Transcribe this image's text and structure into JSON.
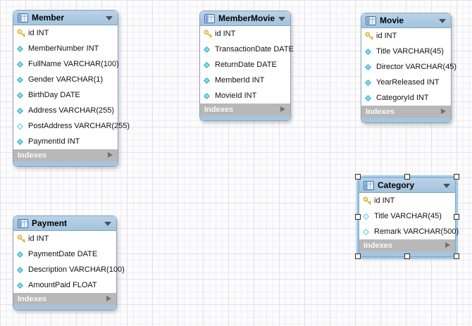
{
  "canvas": {
    "type": "eer-diagram"
  },
  "colors": {
    "table_header_blue": "#a9c7df",
    "indexes_footer_gray": "#b8b8b8",
    "table_bottom_strip_blue": "#a6c4dd",
    "selection_blue": "#9ccbe9",
    "primary_key_yellow": "#f2d35e",
    "column_diamond_cyan": "#7ddff0",
    "grid_line": "#e3e3e7"
  },
  "tables": [
    {
      "title": "Member",
      "footer_label": "Indexes",
      "selected": false,
      "columns": [
        {
          "label": "id INT",
          "icon": "primary-key-icon"
        },
        {
          "label": "MemberNumber INT",
          "icon": "diamond-filled-icon"
        },
        {
          "label": "FullName VARCHAR(100)",
          "icon": "diamond-filled-icon"
        },
        {
          "label": "Gender VARCHAR(1)",
          "icon": "diamond-filled-icon"
        },
        {
          "label": "BirthDay DATE",
          "icon": "diamond-filled-icon"
        },
        {
          "label": "Address VARCHAR(255)",
          "icon": "diamond-filled-icon"
        },
        {
          "label": "PostAddress VARCHAR(255)",
          "icon": "diamond-outline-icon"
        },
        {
          "label": "PaymentId INT",
          "icon": "diamond-filled-icon"
        }
      ]
    },
    {
      "title": "MemberMovie",
      "footer_label": "Indexes",
      "selected": false,
      "columns": [
        {
          "label": "id INT",
          "icon": "primary-key-icon"
        },
        {
          "label": "TransactionDate DATE",
          "icon": "diamond-filled-icon"
        },
        {
          "label": "ReturnDate DATE",
          "icon": "diamond-filled-icon"
        },
        {
          "label": "MemberId INT",
          "icon": "diamond-filled-icon"
        },
        {
          "label": "MovieId INT",
          "icon": "diamond-filled-icon"
        }
      ]
    },
    {
      "title": "Movie",
      "footer_label": "Indexes",
      "selected": false,
      "columns": [
        {
          "label": "id INT",
          "icon": "primary-key-icon"
        },
        {
          "label": "Title VARCHAR(45)",
          "icon": "diamond-filled-icon"
        },
        {
          "label": "Director VARCHAR(45)",
          "icon": "diamond-filled-icon"
        },
        {
          "label": "YearReleased INT",
          "icon": "diamond-filled-icon"
        },
        {
          "label": "CategoryId INT",
          "icon": "diamond-filled-icon"
        }
      ]
    },
    {
      "title": "Category",
      "footer_label": "Indexes",
      "selected": true,
      "columns": [
        {
          "label": "id INT",
          "icon": "primary-key-icon"
        },
        {
          "label": "Title VARCHAR(45)",
          "icon": "diamond-outline-icon"
        },
        {
          "label": "Remark VARCHAR(500)",
          "icon": "diamond-outline-icon"
        }
      ]
    },
    {
      "title": "Payment",
      "footer_label": "Indexes",
      "selected": false,
      "columns": [
        {
          "label": "id INT",
          "icon": "primary-key-icon"
        },
        {
          "label": "PaymentDate DATE",
          "icon": "diamond-filled-icon"
        },
        {
          "label": "Description VARCHAR(100)",
          "icon": "diamond-filled-icon"
        },
        {
          "label": "AmountPaid FLOAT",
          "icon": "diamond-filled-icon"
        }
      ]
    }
  ]
}
